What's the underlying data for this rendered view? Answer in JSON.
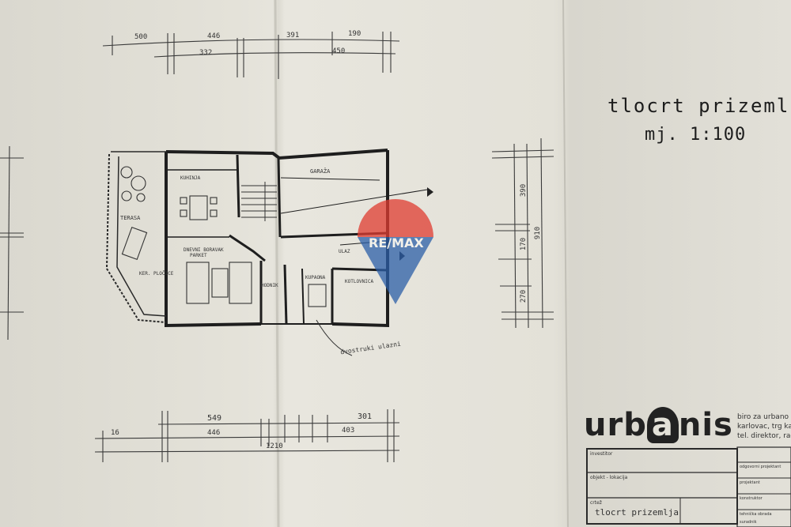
{
  "drawing": {
    "title": "tlocrt prizemlja",
    "scale": "mj. 1:100"
  },
  "top_dimensions": {
    "row1": [
      "500",
      "446",
      "391",
      "190"
    ],
    "row2": [
      "332",
      "450"
    ]
  },
  "bottom_dimensions": {
    "row1": [
      "549",
      "301"
    ],
    "row2": [
      "16",
      "446",
      "403"
    ],
    "row3": [
      "1210"
    ]
  },
  "right_dimensions": [
    "390",
    "170",
    "270",
    "910"
  ],
  "room_labels": {
    "garage": "GARAŽA",
    "terrace": "TERASA",
    "parket": "PARKET",
    "kitchen": "KUHINJA",
    "boiler": "KOTLOVNICA",
    "bath": "KUPAONA",
    "hall": "HODNIK",
    "entrance": "ULAZ",
    "dnevni": "DNEVNI BORAVAK",
    "tiles": "KER. PLOČICE"
  },
  "annotation": {
    "door_note": "dvostruki ulazni"
  },
  "title_block": {
    "logo_left": "urb",
    "logo_mid": "a",
    "logo_right": "nis",
    "office_line1": "biro za urbano",
    "office_line2": "karlovac, trg ka",
    "office_line3": "tel. direktor, rač",
    "row_investor_label": "investitor",
    "row_object_label": "objekt - lokacija",
    "row_drawing_label": "crtež",
    "row_drawing_value": "tlocrt prizemlja",
    "side_labels": [
      "odgovorni projektant",
      "projektant",
      "konstruktor",
      "tehnička obrada",
      "suradnik"
    ]
  },
  "watermark": {
    "text": "RE/MAX",
    "colors": {
      "top": "#e03c31",
      "bottom": "#2c5fa8"
    }
  }
}
